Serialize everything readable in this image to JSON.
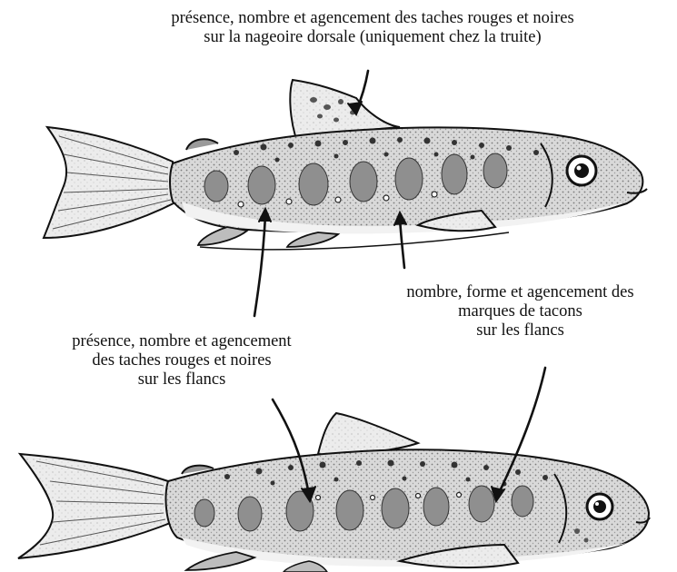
{
  "annotations": {
    "dorsal_spots": {
      "lines": [
        "présence, nombre et agencement des taches rouges et noires",
        "sur la nageoire dorsale (uniquement chez la truite)"
      ]
    },
    "parr_marks": {
      "lines": [
        "nombre, forme et agencement des",
        "marques de tacons",
        "sur les flancs"
      ]
    },
    "flank_spots": {
      "lines": [
        "présence, nombre et agencement",
        "des taches rouges et noires",
        "sur les flancs"
      ]
    }
  },
  "figures": {
    "trout": {
      "icon": "trout-parr-drawing"
    },
    "salmon": {
      "icon": "salmon-parr-drawing"
    }
  },
  "colors": {
    "ink": "#111111",
    "shade": "#8a8a8a",
    "light_shade": "#c9c9c9",
    "background": "#ffffff"
  }
}
